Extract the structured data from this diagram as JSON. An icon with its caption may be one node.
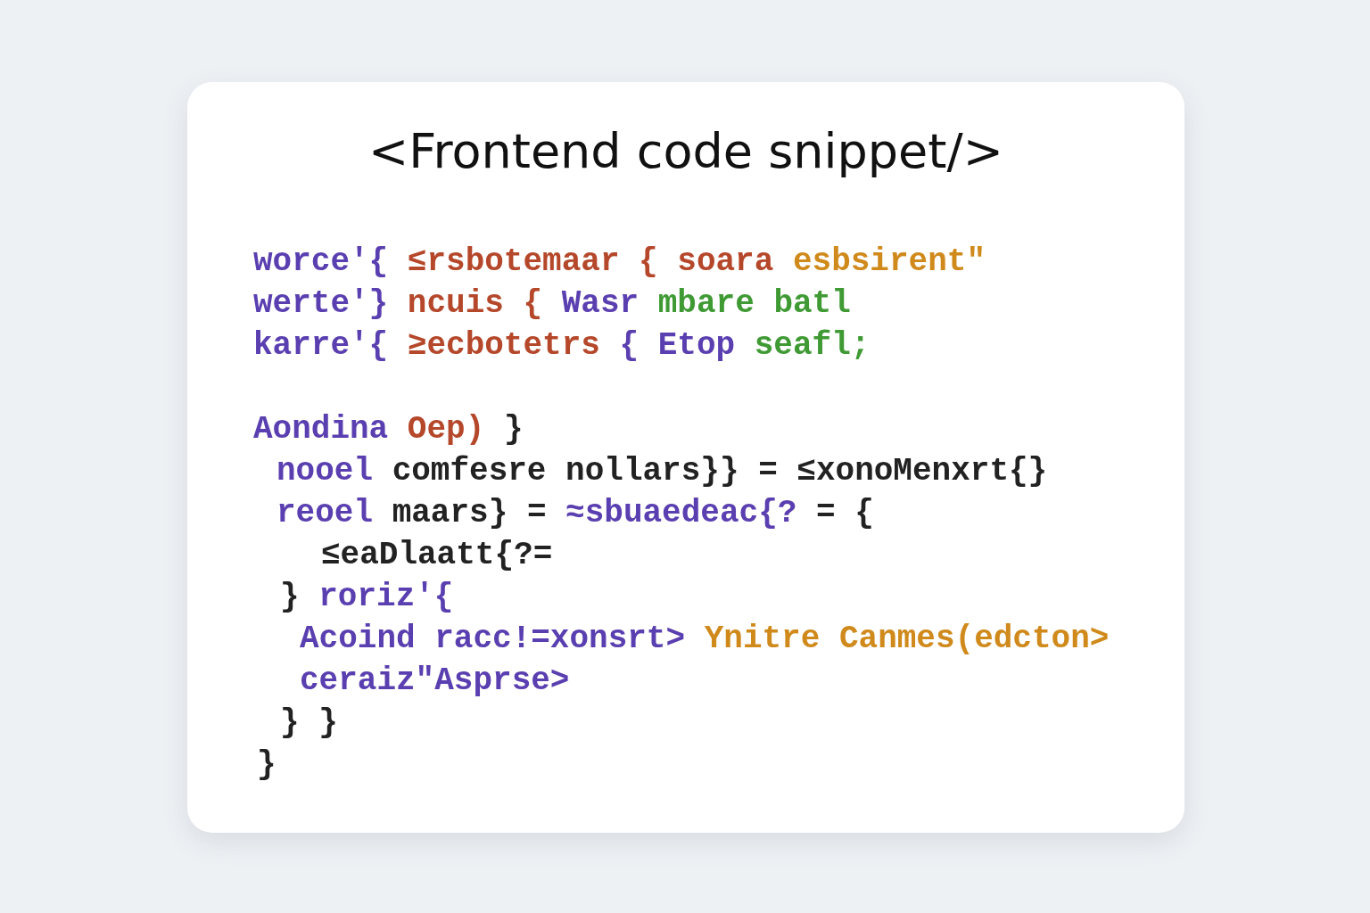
{
  "diagram": {
    "title": "<Frontend code snippet/>",
    "labels": [
      "worce'{ ≤rsbotemaar { soara esbsirent\"",
      "werte'} ncuis { Wasr mbare batl",
      "karre'{ ≥ecbotetrs { Etop seafl;",
      "Aondina Oep) }",
      "nooel comfesre nollars}} = ≤xonoMenxrt{}",
      "reoel maars} = ≈sbuaedeac{? = {",
      "≤eaDlaatt{?=",
      "} roriz'{",
      "Acoind racc!=xonsrt> Ynitre Canmes(edcton>",
      "ceraiz\"Asprse>",
      "} }",
      "}"
    ]
  }
}
